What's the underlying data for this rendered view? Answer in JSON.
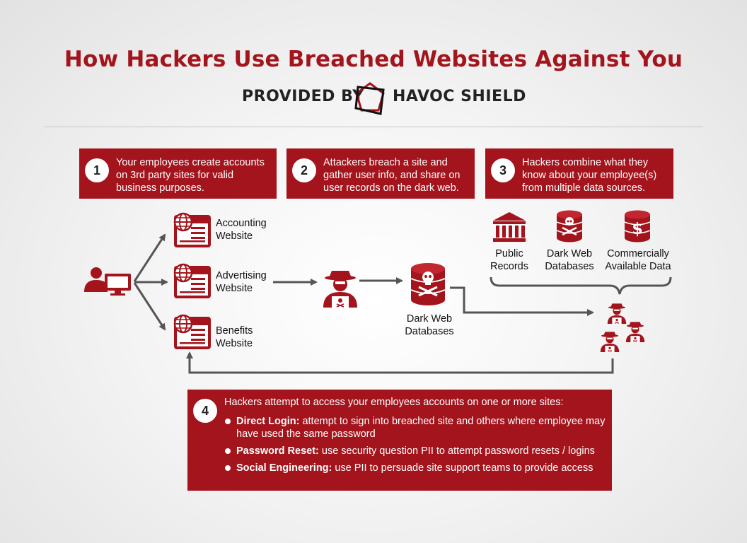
{
  "title": "How Hackers Use Breached Websites Against You",
  "provided_by": "PROVIDED BY",
  "brand": "HAVOC SHIELD",
  "colors": {
    "accent": "#a3141c",
    "arrow": "#555555"
  },
  "steps": [
    {
      "number": "1",
      "text": [
        "Your employees create accounts",
        "on 3rd party sites for valid",
        "business purposes."
      ]
    },
    {
      "number": "2",
      "text": [
        "Attackers breach a site and",
        "gather user info, and share on",
        "user records on the dark web."
      ]
    },
    {
      "number": "3",
      "text": [
        "Hackers combine what they",
        "know about your employee(s)",
        "from multiple data sources."
      ]
    }
  ],
  "websites": [
    {
      "line1": "Accounting",
      "line2": "Website",
      "icon": "website-globe-icon"
    },
    {
      "line1": "Advertising",
      "line2": "Website",
      "icon": "website-globe-icon"
    },
    {
      "line1": "Benefits",
      "line2": "Website",
      "icon": "website-globe-icon"
    }
  ],
  "dark_web": {
    "line1": "Dark Web",
    "line2": "Databases"
  },
  "sources": [
    {
      "line1": "Public",
      "line2": "Records",
      "icon": "bank-icon"
    },
    {
      "line1": "Dark Web",
      "line2": "Databases",
      "icon": "skull-database-icon"
    },
    {
      "line1": "Commercially",
      "line2": "Available Data",
      "icon": "dollar-database-icon"
    }
  ],
  "step4": {
    "number": "4",
    "intro": "Hackers attempt to access your employees accounts on one or more sites:",
    "bullets": [
      {
        "bold": "Direct Login:",
        "text": " attempt to sign into breached site and others where employee may have used the same password"
      },
      {
        "bold": "Password Reset:",
        "text": "  use security question PII to attempt password resets / logins"
      },
      {
        "bold": "Social Engineering:",
        "text": "  use PII to persuade site support teams to provide access"
      }
    ]
  }
}
